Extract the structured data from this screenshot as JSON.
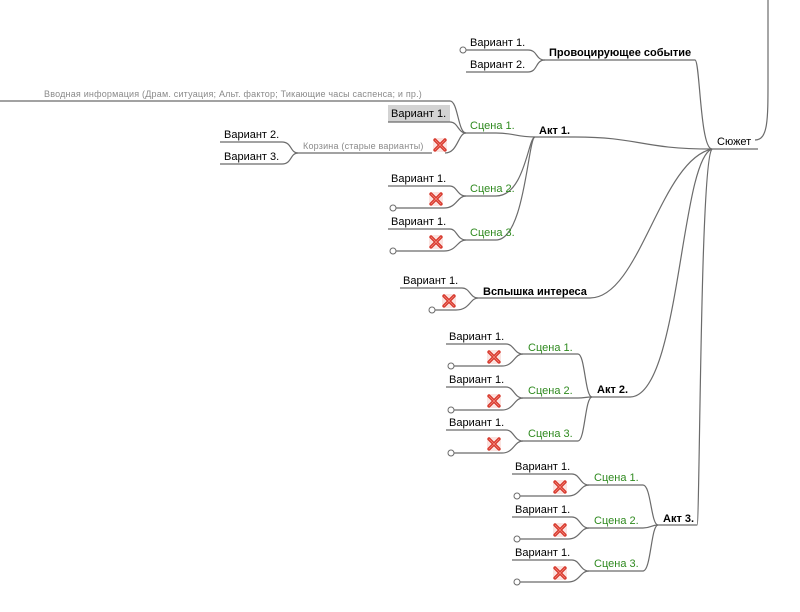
{
  "mindmap": {
    "root": "Сюжет",
    "provoking": {
      "label": "Провоцирующее событие",
      "variant1": "Вариант 1.",
      "variant2": "Вариант 2."
    },
    "act1": {
      "label": "Акт 1.",
      "intro_note": "Вводная информация (Драм. ситуация; Альт. фактор; Тикающие часы саспенса; и пр.)",
      "scene1": {
        "label": "Сцена 1.",
        "variant1": "Вариант 1."
      },
      "basket": {
        "label": "Корзина (старые варианты)",
        "variant2": "Вариант 2.",
        "variant3": "Вариант 3."
      },
      "scene2": {
        "label": "Сцена 2.",
        "variant1": "Вариант 1."
      },
      "scene3": {
        "label": "Сцена 3.",
        "variant1": "Вариант 1."
      }
    },
    "flash": {
      "label": "Вспышка интереса",
      "variant1": "Вариант 1."
    },
    "act2": {
      "label": "Акт 2.",
      "scene1": {
        "label": "Сцена 1.",
        "variant1": "Вариант 1."
      },
      "scene2": {
        "label": "Сцена 2.",
        "variant1": "Вариант 1."
      },
      "scene3": {
        "label": "Сцена 3.",
        "variant1": "Вариант 1."
      }
    },
    "act3": {
      "label": "Акт 3.",
      "scene1": {
        "label": "Сцена 1.",
        "variant1": "Вариант 1."
      },
      "scene2": {
        "label": "Сцена 2.",
        "variant1": "Вариант 1."
      },
      "scene3": {
        "label": "Сцена 3.",
        "variant1": "Вариант 1."
      }
    }
  },
  "icons": {
    "delete": "red-x-icon",
    "collapse": "collapse-knob-icon"
  },
  "colors": {
    "scene_text": "#2f8a1f",
    "note_text": "#8a8a8a",
    "edge": "#6b6b6b",
    "delete": "#d22b1f",
    "selection": "#d3d3d3"
  }
}
